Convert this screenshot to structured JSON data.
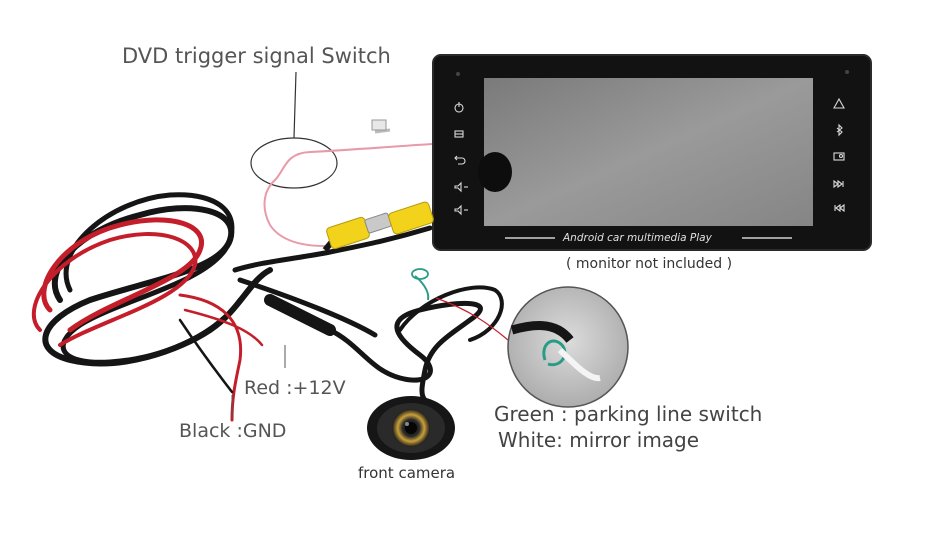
{
  "labels": {
    "dvd_trigger": "DVD trigger signal Switch",
    "monitor_note": "( monitor not included )",
    "monitor_brand": "Android car multimedia Play",
    "red": "Red :+12V",
    "black": "Black :GND",
    "green": "Green : parking line switch",
    "white": "White: mirror image",
    "front_camera": "front camera"
  },
  "icons": [
    "power-icon",
    "menu-icon",
    "back-icon",
    "volume-up-icon",
    "volume-down-icon",
    "warning-icon",
    "bluetooth-icon",
    "radio-icon",
    "next-track-icon",
    "prev-track-icon"
  ],
  "colors": {
    "cable_black": "#151515",
    "cable_red": "#c41e2a",
    "rca_yellow": "#f2d21a",
    "wire_pink": "#e99aa8",
    "loop_green": "#2a9c86",
    "bezel": "#141414",
    "screen": "#8c8c8c",
    "text": "#555555"
  }
}
